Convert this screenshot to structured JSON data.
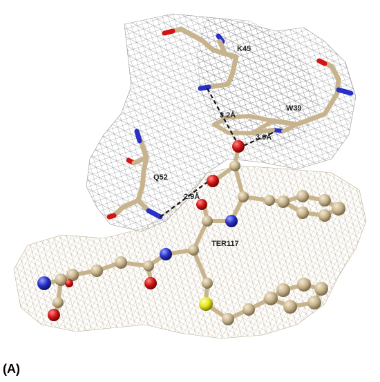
{
  "figure": {
    "panel_label": "(A)",
    "residue_labels": [
      "K45",
      "W39",
      "Q52",
      "TER117"
    ],
    "distance_labels": [
      "3.2Å",
      "3.0Å",
      "2.9Å"
    ]
  },
  "colors": {
    "carbon": "#c8b48c",
    "oxygen": "#d21414",
    "nitrogen": "#2830c8",
    "sulfur": "#e6e61e",
    "mesh": "#8a8a8a",
    "mesh_ligand": "#b8a98a",
    "hbond": "#111111"
  }
}
